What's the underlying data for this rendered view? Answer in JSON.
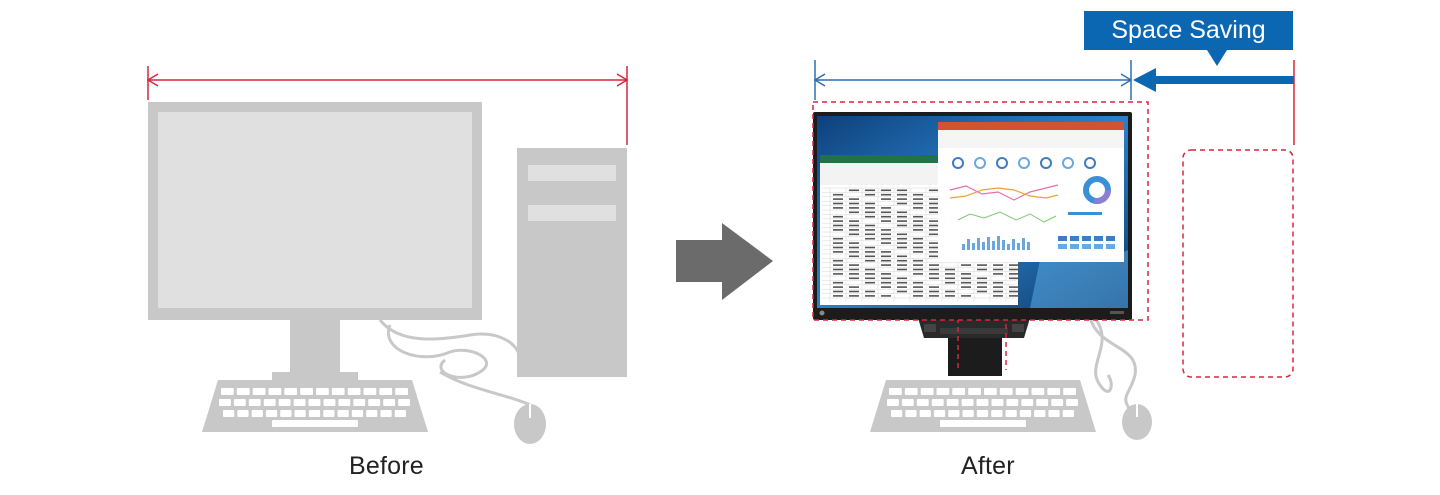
{
  "labels": {
    "before": "Before",
    "after": "After",
    "space_saving": "Space Saving"
  },
  "colors": {
    "device_gray": "#c8c8c8",
    "screen_gray": "#e0e0e0",
    "measure_red": "#d8273a",
    "measure_blue": "#2d6fb2",
    "badge_blue": "#0c67b3",
    "arrow_gray": "#6b6b6b",
    "monitor_black": "#1c1c1c",
    "desktop_blue": "#1f6fb4",
    "excel_green": "#217346",
    "ppt_orange": "#d35230"
  },
  "icons": {
    "transition_arrow": "right-arrow-icon",
    "space_arrow": "left-arrow-icon"
  }
}
